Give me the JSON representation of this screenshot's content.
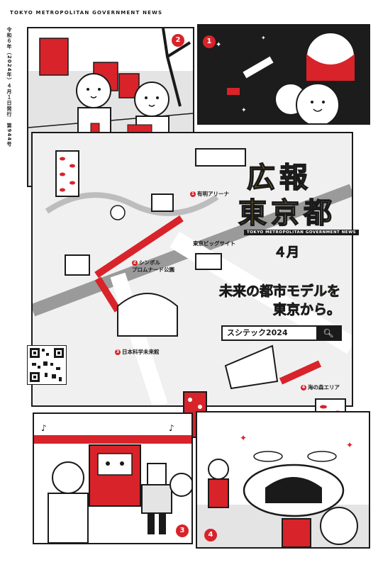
{
  "masthead": {
    "header": "TOKYO METROPOLITAN GOVERNMENT NEWS",
    "issue_line": "令和６年（2024年）４月１日発行　第944号"
  },
  "title": {
    "line1": "広報",
    "line2": "東京都",
    "subtitle": "TOKYO METROPOLITAN GOVERNMENT NEWS",
    "month": "４月"
  },
  "headline": {
    "line1": "未来の都市モデルを",
    "line2": "東京から。"
  },
  "search": {
    "text": "スシテック2024",
    "icon": "search-icon"
  },
  "map": {
    "landmark": "東京ビッグサイト",
    "locations": [
      {
        "num": "1",
        "name": "有明アリーナ"
      },
      {
        "num": "2",
        "name": "シンボル\nプロムナード公園"
      },
      {
        "num": "3",
        "name": "日本科学未来館"
      },
      {
        "num": "4",
        "name": "海の森エリア"
      }
    ]
  },
  "panels": [
    {
      "num": "1"
    },
    {
      "num": "2"
    },
    {
      "num": "3"
    },
    {
      "num": "4"
    }
  ],
  "colors": {
    "accent_red": "#d8232a",
    "accent_yellow": "#f2c230",
    "ink": "#1a1a1a",
    "map_gray": "#f0f0f0"
  }
}
